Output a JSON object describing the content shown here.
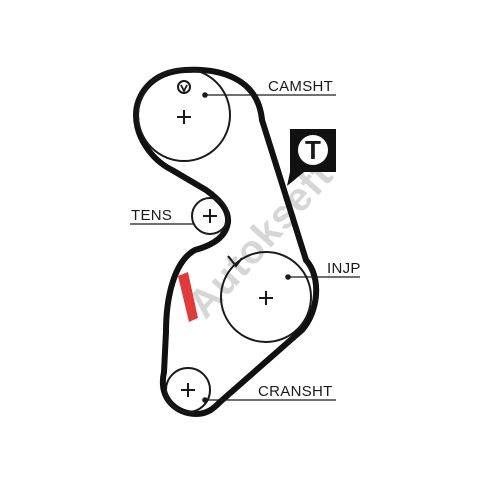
{
  "labels": {
    "camshaft": "CAMSHT",
    "tensioner": "TENS",
    "injection_pump": "INJP",
    "crankshaft": "CRANSHT"
  },
  "badge": {
    "letter": "T"
  },
  "watermark": {
    "text": "Autokseft"
  },
  "colors": {
    "belt": "#111111",
    "pulley": "#1a1a1a",
    "watermark_gray": "#d6d6d6",
    "watermark_red": "#e03a3a"
  }
}
